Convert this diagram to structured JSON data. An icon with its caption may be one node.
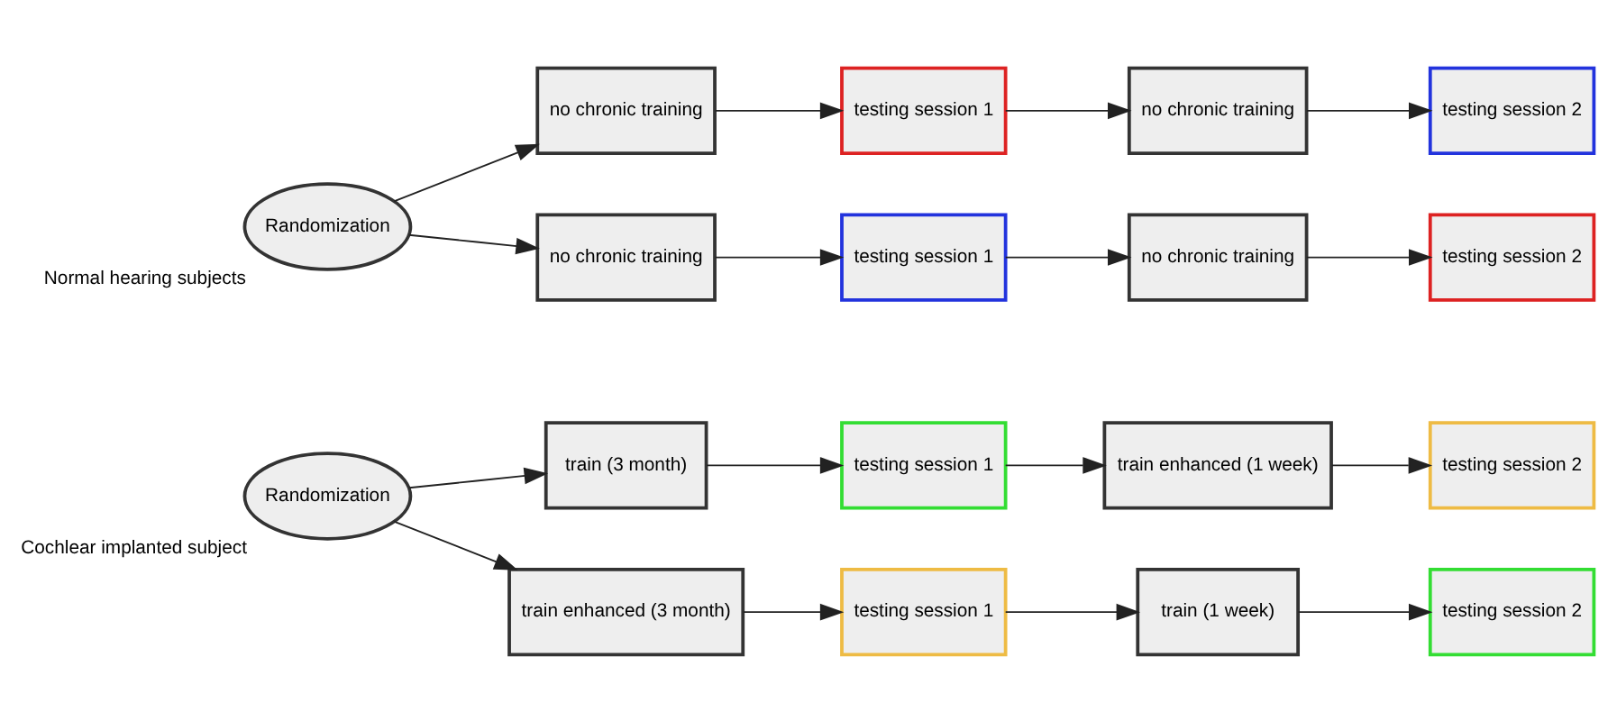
{
  "diagram": {
    "nodes": [
      {
        "text": [
          "Randomization"
        ],
        "beside": [
          "Normal hearing subjects"
        ]
      },
      {
        "text": [
          "no chronic training"
        ]
      },
      {
        "text": [
          "testing session 1"
        ]
      },
      {
        "text": [
          "no chronic training"
        ]
      },
      {
        "text": [
          "testing session 2"
        ]
      },
      {
        "text": [
          "no chronic training"
        ]
      },
      {
        "text": [
          "testing session 1"
        ]
      },
      {
        "text": [
          "no chronic training"
        ]
      },
      {
        "text": [
          "testing session 2"
        ]
      },
      {
        "text": [
          "Randomization"
        ],
        "beside": [
          "Cochlear implanted subject"
        ]
      },
      {
        "text": [
          "train (3 month)"
        ]
      },
      {
        "text": [
          "testing session 1"
        ]
      },
      {
        "text": [
          "train enhanced (1 week)"
        ]
      },
      {
        "text": [
          "testing session 2"
        ]
      },
      {
        "text": [
          "train enhanced (3 month)"
        ]
      },
      {
        "text": [
          "testing session 1"
        ]
      },
      {
        "text": [
          "train (1 week)"
        ]
      },
      {
        "text": [
          "testing session 2"
        ]
      }
    ],
    "edges": [
      {
        "from": 0,
        "to": 1,
        "arrow": "to"
      },
      {
        "from": 0,
        "to": 5,
        "arrow": "to"
      },
      {
        "from": 1,
        "to": 2,
        "arrow": "to"
      },
      {
        "from": 2,
        "to": 3,
        "arrow": "to"
      },
      {
        "from": 3,
        "to": 4,
        "arrow": "to"
      },
      {
        "from": 5,
        "to": 6,
        "arrow": "to"
      },
      {
        "from": 6,
        "to": 7,
        "arrow": "to"
      },
      {
        "from": 7,
        "to": 8,
        "arrow": "to"
      },
      {
        "from": 9,
        "to": 10,
        "arrow": "to"
      },
      {
        "from": 9,
        "to": 14,
        "arrow": "to"
      },
      {
        "from": 10,
        "to": 11,
        "arrow": "to"
      },
      {
        "from": 11,
        "to": 12,
        "arrow": "to"
      },
      {
        "from": 12,
        "to": 13,
        "arrow": "to"
      },
      {
        "from": 14,
        "to": 15,
        "arrow": "to"
      },
      {
        "from": 15,
        "to": 16,
        "arrow": "to"
      },
      {
        "from": 16,
        "to": 17,
        "arrow": "to"
      }
    ]
  }
}
